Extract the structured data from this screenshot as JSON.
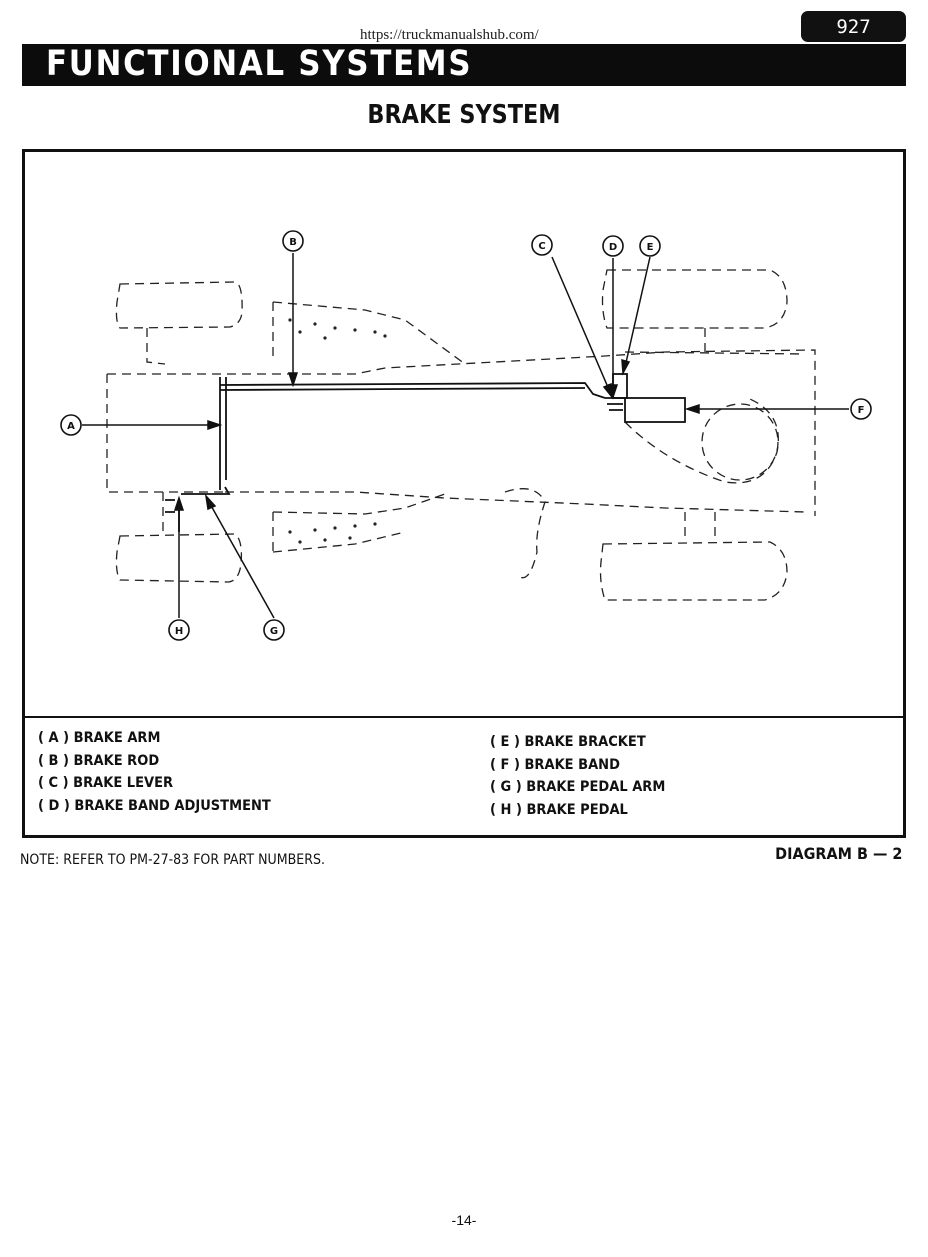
{
  "header": {
    "url": "https://truckmanualshub.com/",
    "model_number": "927",
    "banner_title": "FUNCTIONAL SYSTEMS"
  },
  "section_title": "BRAKE SYSTEM",
  "callouts": {
    "a": "A",
    "b": "B",
    "c": "C",
    "d": "D",
    "e": "E",
    "f": "F",
    "g": "G",
    "h": "H"
  },
  "legend": {
    "left": [
      "( A ) BRAKE ARM",
      "( B ) BRAKE ROD",
      "( C ) BRAKE LEVER",
      "( D ) BRAKE BAND ADJUSTMENT"
    ],
    "right": [
      "( E ) BRAKE BRACKET",
      "( F ) BRAKE BAND",
      "( G ) BRAKE PEDAL ARM",
      "( H ) BRAKE PEDAL"
    ]
  },
  "note": "NOTE: REFER TO PM-27-83 FOR PART NUMBERS.",
  "diagram_label": "DIAGRAM B — 2",
  "page_number": "-14-"
}
